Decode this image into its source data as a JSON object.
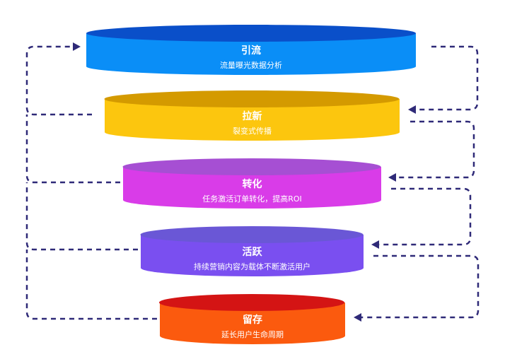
{
  "stages": [
    {
      "title": "引流",
      "desc": "流量曝光数据分析",
      "top_color": "#0a4fc9",
      "side_color": "#0a8ef7"
    },
    {
      "title": "拉新",
      "desc": "裂变式传播",
      "top_color": "#d49a00",
      "side_color": "#fcc60e"
    },
    {
      "title": "转化",
      "desc": "任务激活订单转化，提高ROI",
      "top_color": "#a64fd3",
      "side_color": "#d93ce8"
    },
    {
      "title": "活跃",
      "desc": "持续营销内容为载体不断激活用户",
      "top_color": "#6a57d6",
      "side_color": "#7a4ff0"
    },
    {
      "title": "留存",
      "desc": "延长用户生命周期",
      "top_color": "#d41414",
      "side_color": "#fb5a0e"
    }
  ],
  "arrow_color": "#2f2a78"
}
